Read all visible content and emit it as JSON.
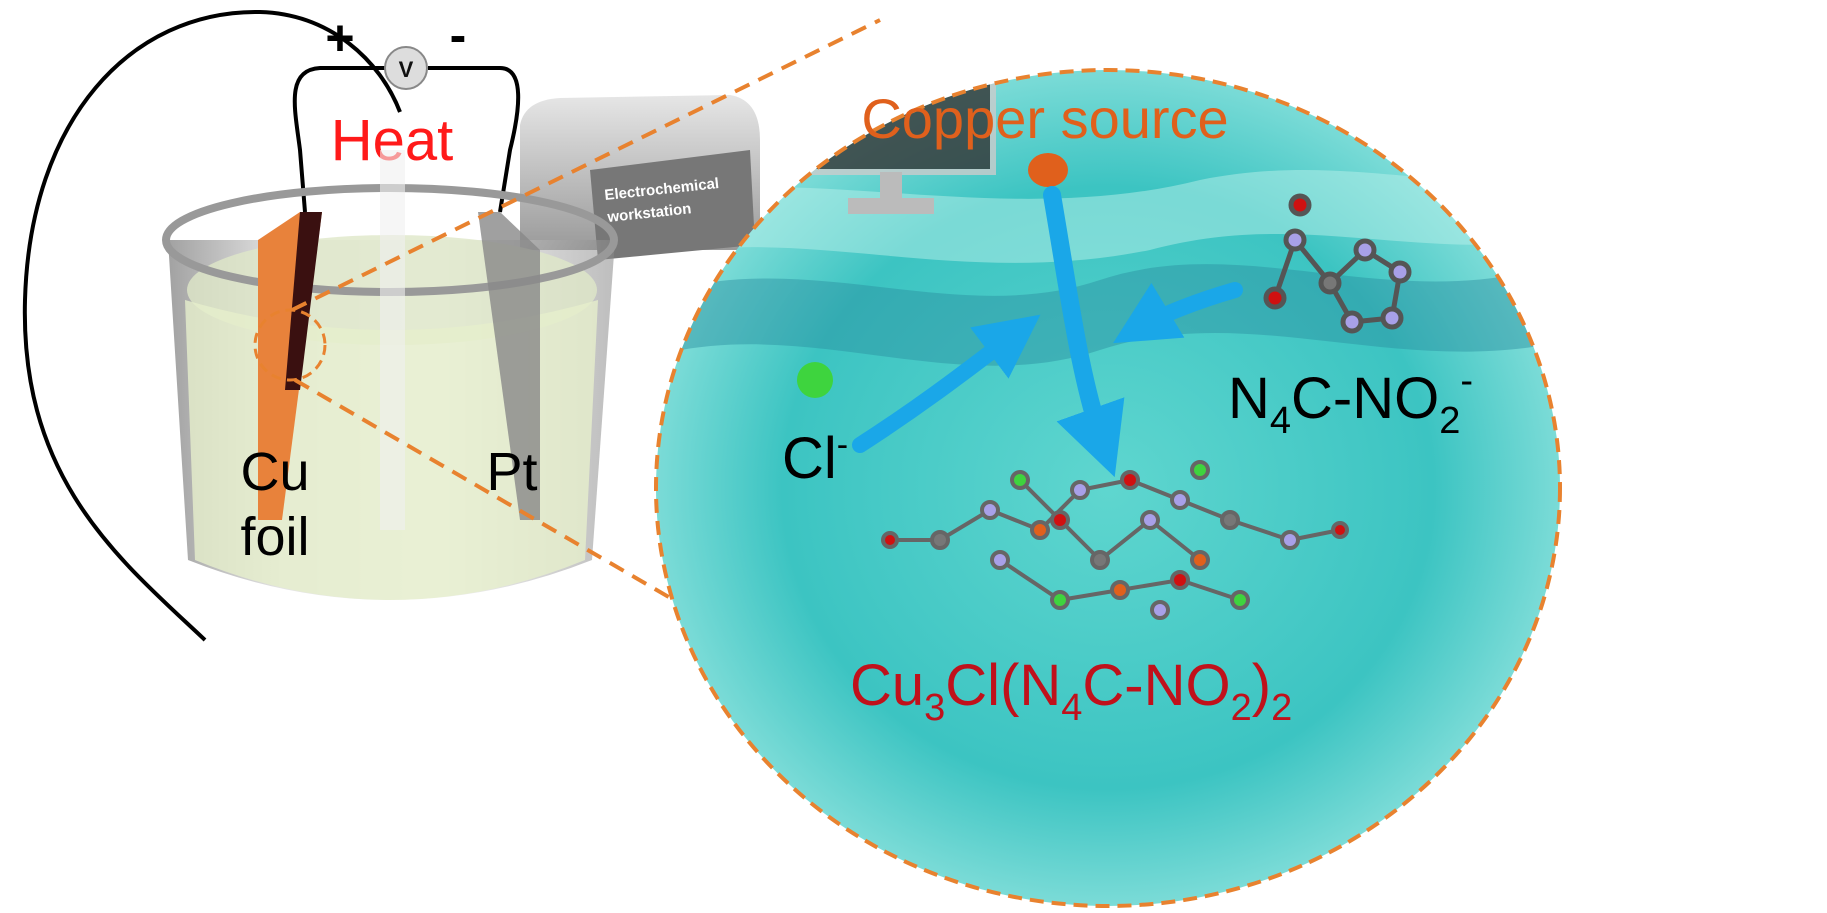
{
  "cell": {
    "plus": "+",
    "minus": "-",
    "voltmeter": "V",
    "heat": "Heat",
    "anode_line1": "Cu",
    "anode_line2": "foil",
    "cathode": "Pt"
  },
  "workstation": {
    "line1": "Electrochemical",
    "line2": "workstation"
  },
  "zoom": {
    "copper_source": "Copper source",
    "chloride": "Cl",
    "chloride_charge": "-",
    "ligand_main": "N",
    "ligand_sub1": "4",
    "ligand_mid": "C-NO",
    "ligand_sub2": "2",
    "ligand_charge": "-",
    "product_a": "Cu",
    "product_sub1": "3",
    "product_b": "Cl(N",
    "product_sub2": "4",
    "product_c": "C-NO",
    "product_sub3": "2",
    "product_d": ")",
    "product_sub4": "2"
  },
  "colors": {
    "heat": "#ff1a1a",
    "copper_source": "#e0601c",
    "product": "#c0111b",
    "dash": "#e8822f",
    "arrow": "#1aa7e8",
    "water": "#7fe0d8"
  }
}
